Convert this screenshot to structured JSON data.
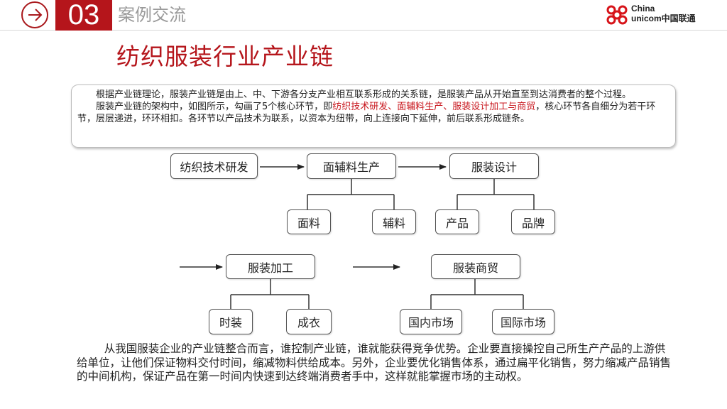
{
  "header": {
    "section_number": "03",
    "section_title": "案例交流",
    "logo_en_line1": "China",
    "logo_en_line2": "unicom",
    "logo_cn": "中国联通",
    "accent_color": "#b5151b"
  },
  "main_title": "纺织服装行业产业链",
  "intro": {
    "para1": "根据产业链理论，服装产业链是由上、中、下游各分支产业相互联系形成的关系链，是服装产品从开始直至到达消费者的整个过程。",
    "para2_before": "服装产业链的架构中，如图所示，勾画了5个核心环节，即",
    "para2_highlight": "纺织技术研发、面辅料生产、服装设计加工与商贸",
    "para2_after": "，核心环节各自细分为若干环节，层层递进，环环相扣。各环节以产品技术为联系，以资本为纽带，向上连接向下延伸，前后联系形成链条。",
    "highlight_color": "#c8161d"
  },
  "diagram": {
    "nodes": {
      "rd": "纺织技术研发",
      "fabric_prod": "面辅料生产",
      "design": "服装设计",
      "fabric": "面料",
      "accessory": "辅料",
      "product": "产品",
      "brand": "品牌",
      "processing": "服装加工",
      "trade": "服装商贸",
      "fashion": "时装",
      "ready_made": "成衣",
      "domestic": "国内市场",
      "international": "国际市场"
    }
  },
  "conclusion": "从我国服装企业的产业链整合而言，谁控制产业链，谁就能获得竞争优势。企业要直接操控自己所生产产品的上游供给单位，让他们保证物料交付时间，缩减物料供给成本。另外，企业要优化销售体系，通过扁平化销售，努力缩减产品销售的中间机构，保证产品在第一时间内快速到达终端消费者手中，这样就能掌握市场的主动权。"
}
